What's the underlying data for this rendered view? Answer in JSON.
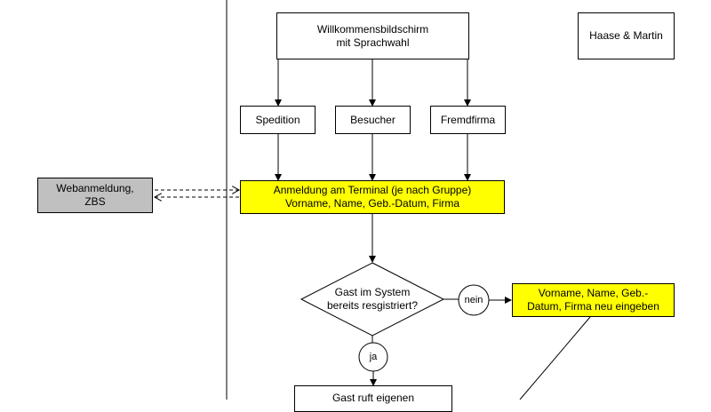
{
  "diagram": {
    "nodes": {
      "welcome": "Willkommensbildschirm\nmit Sprachwahl",
      "company": "Haase & Martin",
      "spedition": "Spedition",
      "besucher": "Besucher",
      "fremdfirma": "Fremdfirma",
      "webanmeldung": "Webanmeldung,\nZBS",
      "anmeldung": "Anmeldung am Terminal (je nach Gruppe)\nVorname, Name, Geb.-Datum, Firma",
      "decision": "Gast im System\nbereits resgistriert?",
      "nein": "nein",
      "ja": "ja",
      "neu_eingeben": "Vorname, Name, Geb.-\nDatum, Firma neu eingeben",
      "gast_ruft": "Gast ruft eigenen"
    },
    "colors": {
      "highlight": "#ffff00",
      "external": "#c0c0c0",
      "line": "#000000"
    }
  }
}
